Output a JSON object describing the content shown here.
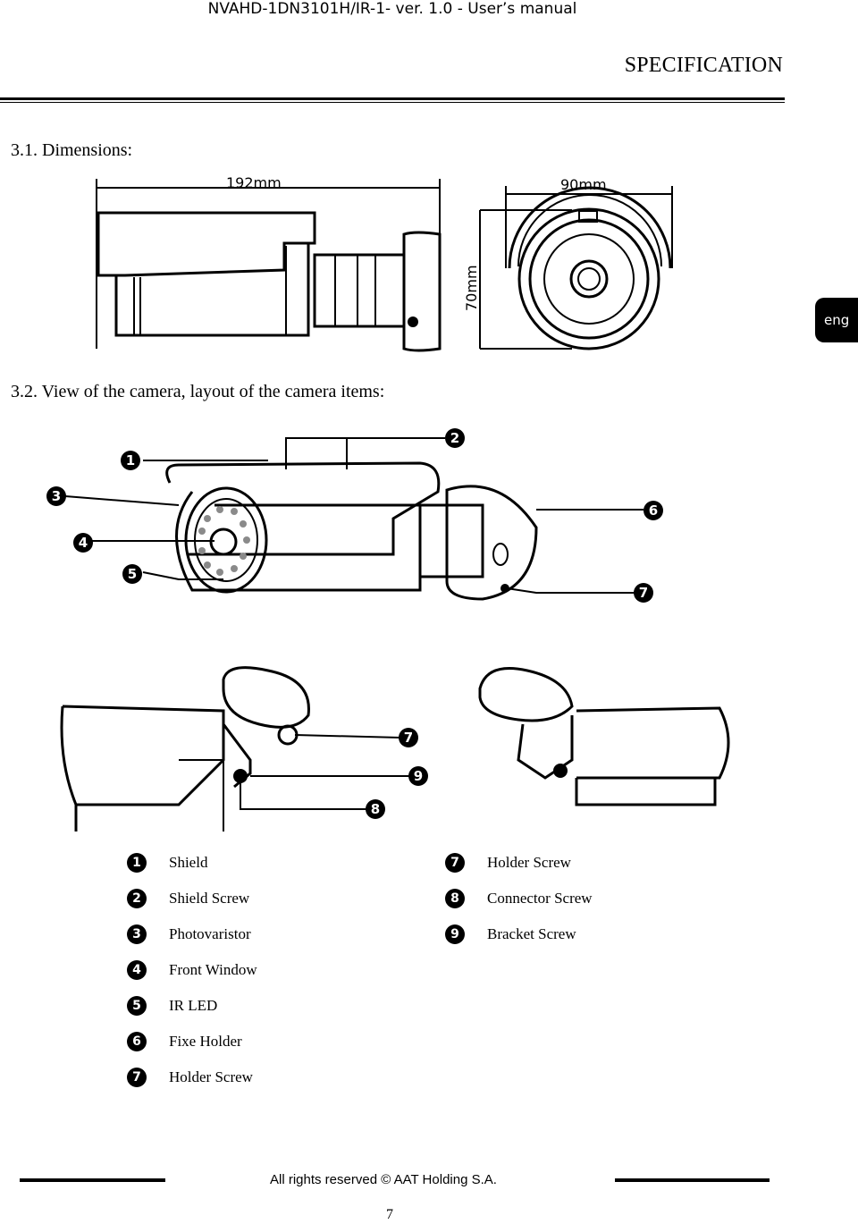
{
  "header": {
    "doc_title": "NVAHD-1DN3101H/IR-1- ver. 1.0 - User’s manual",
    "section": "SPECIFICATION",
    "lang_tab": "eng"
  },
  "sections": {
    "dimensions_title": "3.1. Dimensions:",
    "view_title": "3.2. View of the camera, layout of the camera items:"
  },
  "dimensions": {
    "length": "192mm",
    "width": "90mm",
    "height": "70mm"
  },
  "callouts": [
    "1",
    "2",
    "3",
    "4",
    "5",
    "6",
    "7",
    "7",
    "8",
    "9"
  ],
  "legend": {
    "left": [
      {
        "num": "1",
        "label": "Shield"
      },
      {
        "num": "2",
        "label": "Shield Screw"
      },
      {
        "num": "3",
        "label": "Photovaristor"
      },
      {
        "num": "4",
        "label": "Front Window"
      },
      {
        "num": "5",
        "label": "IR LED"
      },
      {
        "num": "6",
        "label": "Fixe Holder"
      },
      {
        "num": "7",
        "label": "Holder Screw"
      }
    ],
    "right": [
      {
        "num": "7",
        "label": "Holder Screw"
      },
      {
        "num": "8",
        "label": "Connector Screw"
      },
      {
        "num": "9",
        "label": "Bracket Screw"
      }
    ]
  },
  "footer": {
    "copyright": "All rights reserved © AAT Holding S.A.",
    "page_number": "7"
  }
}
